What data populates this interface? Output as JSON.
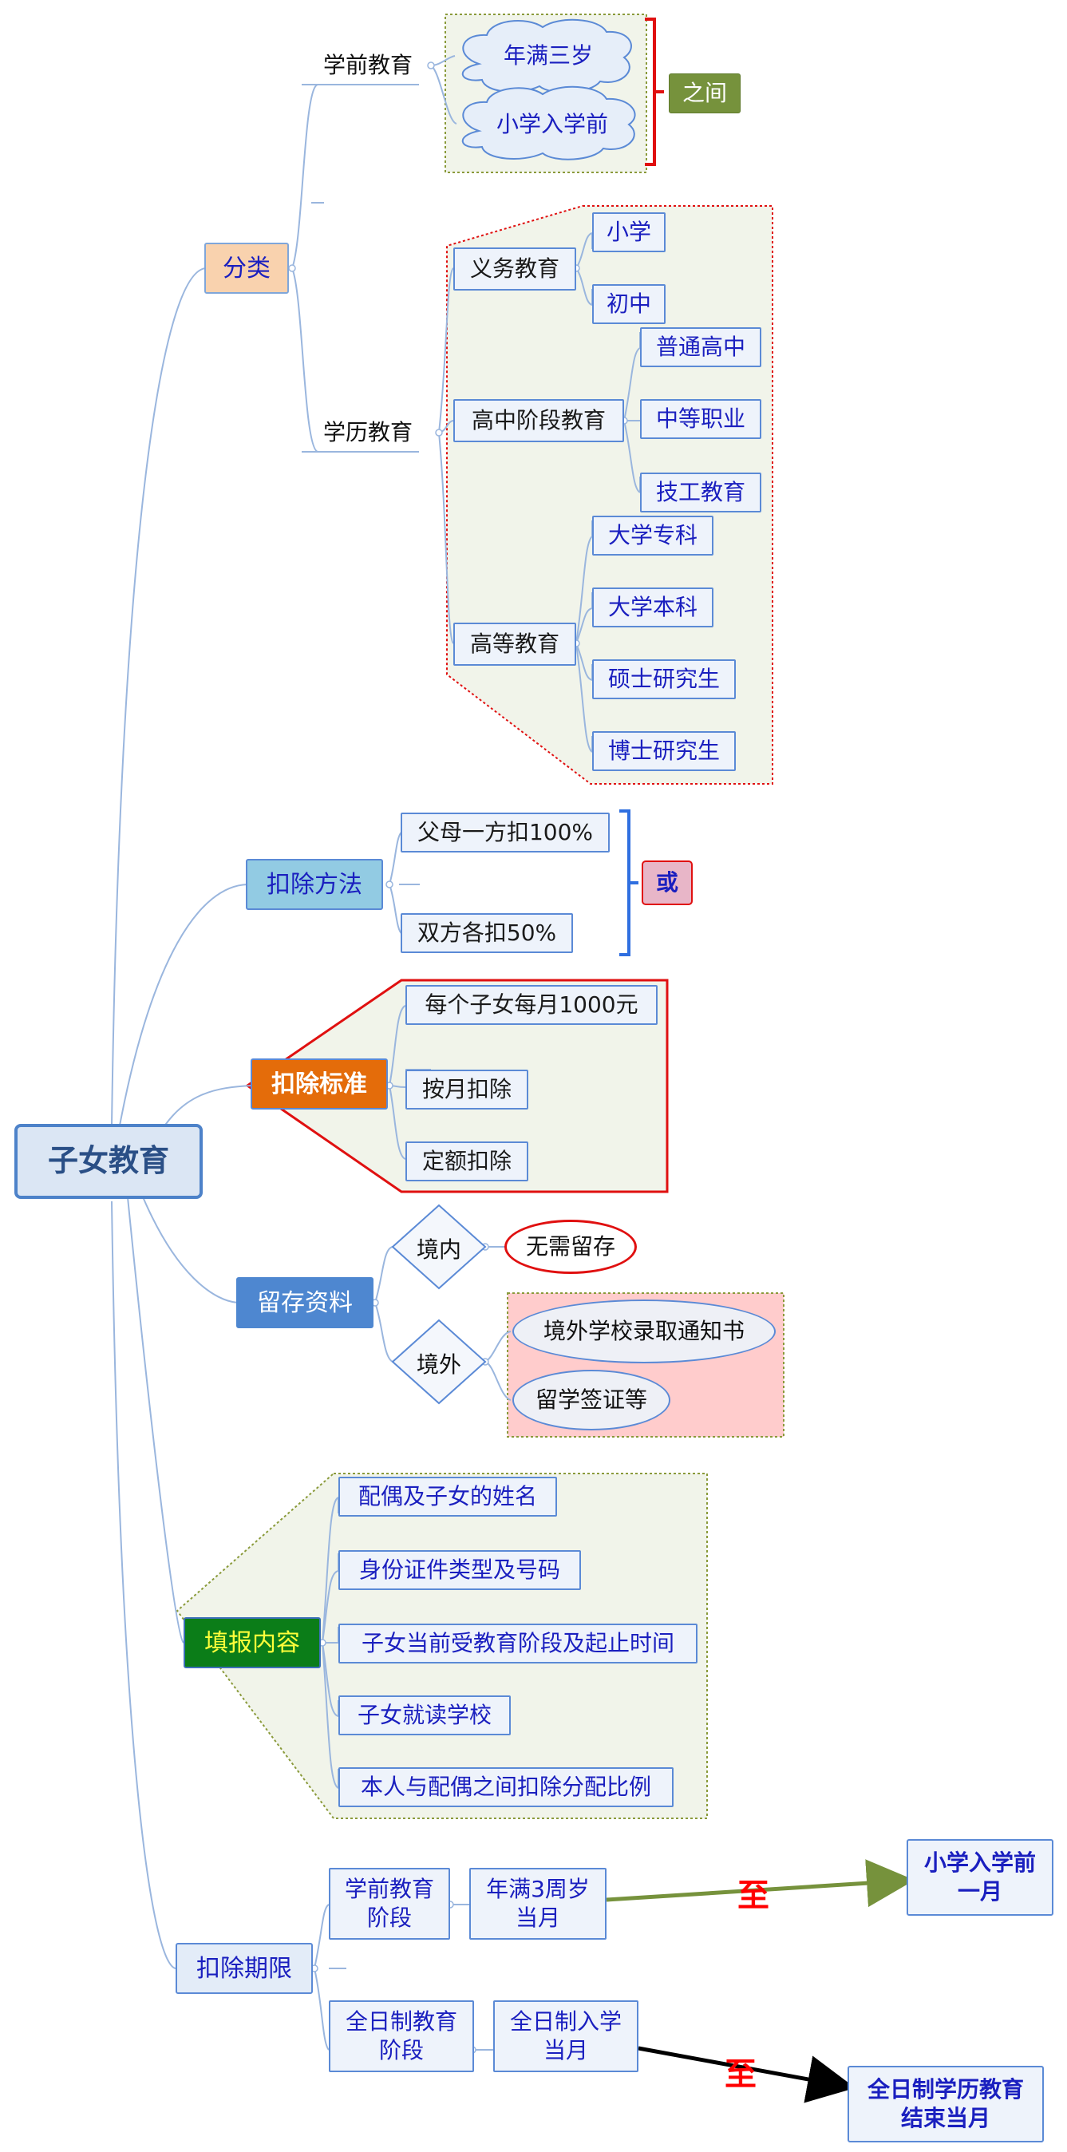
{
  "root": "子女教育",
  "branches": {
    "classification": {
      "label": "分类",
      "preschool": {
        "label": "学前教育",
        "items": [
          "年满三岁",
          "小学入学前"
        ],
        "note": "之间"
      },
      "academic": {
        "label": "学历教育",
        "compulsory": {
          "label": "义务教育",
          "items": [
            "小学",
            "初中"
          ]
        },
        "high_school": {
          "label": "高中阶段教育",
          "items": [
            "普通高中",
            "中等职业",
            "技工教育"
          ]
        },
        "higher": {
          "label": "高等教育",
          "items": [
            "大学专科",
            "大学本科",
            "硕士研究生",
            "博士研究生"
          ]
        }
      }
    },
    "method": {
      "label": "扣除方法",
      "items": [
        "父母一方扣100%",
        "双方各扣50%"
      ],
      "note": "或"
    },
    "standard": {
      "label": "扣除标准",
      "items": [
        "每个子女每月1000元",
        "按月扣除",
        "定额扣除"
      ]
    },
    "records": {
      "label": "留存资料",
      "domestic": {
        "label": "境内",
        "result": "无需留存"
      },
      "overseas": {
        "label": "境外",
        "items": [
          "境外学校录取通知书",
          "留学签证等"
        ]
      }
    },
    "fill": {
      "label": "填报内容",
      "items": [
        "配偶及子女的姓名",
        "身份证件类型及号码",
        "子女当前受教育阶段及起止时间",
        "子女就读学校",
        "本人与配偶之间扣除分配比例"
      ]
    },
    "period": {
      "label": "扣除期限",
      "preschool": {
        "stage": "学前教育\n阶段",
        "start": "年满3周岁\n当月",
        "connector": "至",
        "end": "小学入学前\n一月"
      },
      "fulltime": {
        "stage": "全日制教育\n阶段",
        "start": "全日制入学\n当月",
        "connector": "至",
        "end": "全日制学历教育\n结束当月"
      }
    }
  },
  "colors": {
    "wire": "#9ab6de",
    "node_border": "#5b8ad6",
    "node_text": "#1a1fbf",
    "red": "#e01010",
    "green_arrow": "#76923c",
    "boundary_fill": "#f1f4ea"
  }
}
